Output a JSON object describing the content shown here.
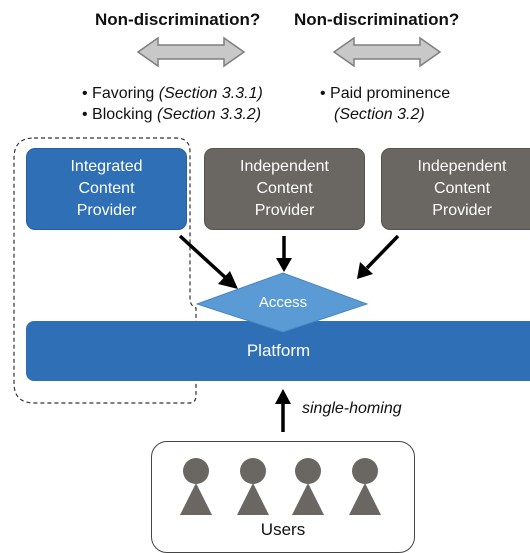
{
  "headings": {
    "left": "Non-discrimination?",
    "right": "Non-discrimination?"
  },
  "bullets": {
    "left": [
      {
        "text": "Favoring ",
        "ref": "(Section 3.3.1)"
      },
      {
        "text": "Blocking ",
        "ref": "(Section 3.3.2)"
      }
    ],
    "right": [
      {
        "text": "Paid prominence",
        "ref": ""
      },
      {
        "text": "",
        "ref": "(Section 3.2)"
      }
    ]
  },
  "providers": {
    "integrated": [
      "Integrated",
      "Content",
      "Provider"
    ],
    "independent_1": [
      "Independent",
      "Content",
      "Provider"
    ],
    "independent_2": [
      "Independent",
      "Content",
      "Provider"
    ]
  },
  "access_label": "Access",
  "platform_label": "Platform",
  "single_homing_label": "single-homing",
  "users_label": "Users",
  "colors": {
    "integrated": "#2f6fb5",
    "independent": "#6a6662",
    "access": "#5b9bd5",
    "platform": "#2f6fb5",
    "user_figure": "#6a6662"
  }
}
